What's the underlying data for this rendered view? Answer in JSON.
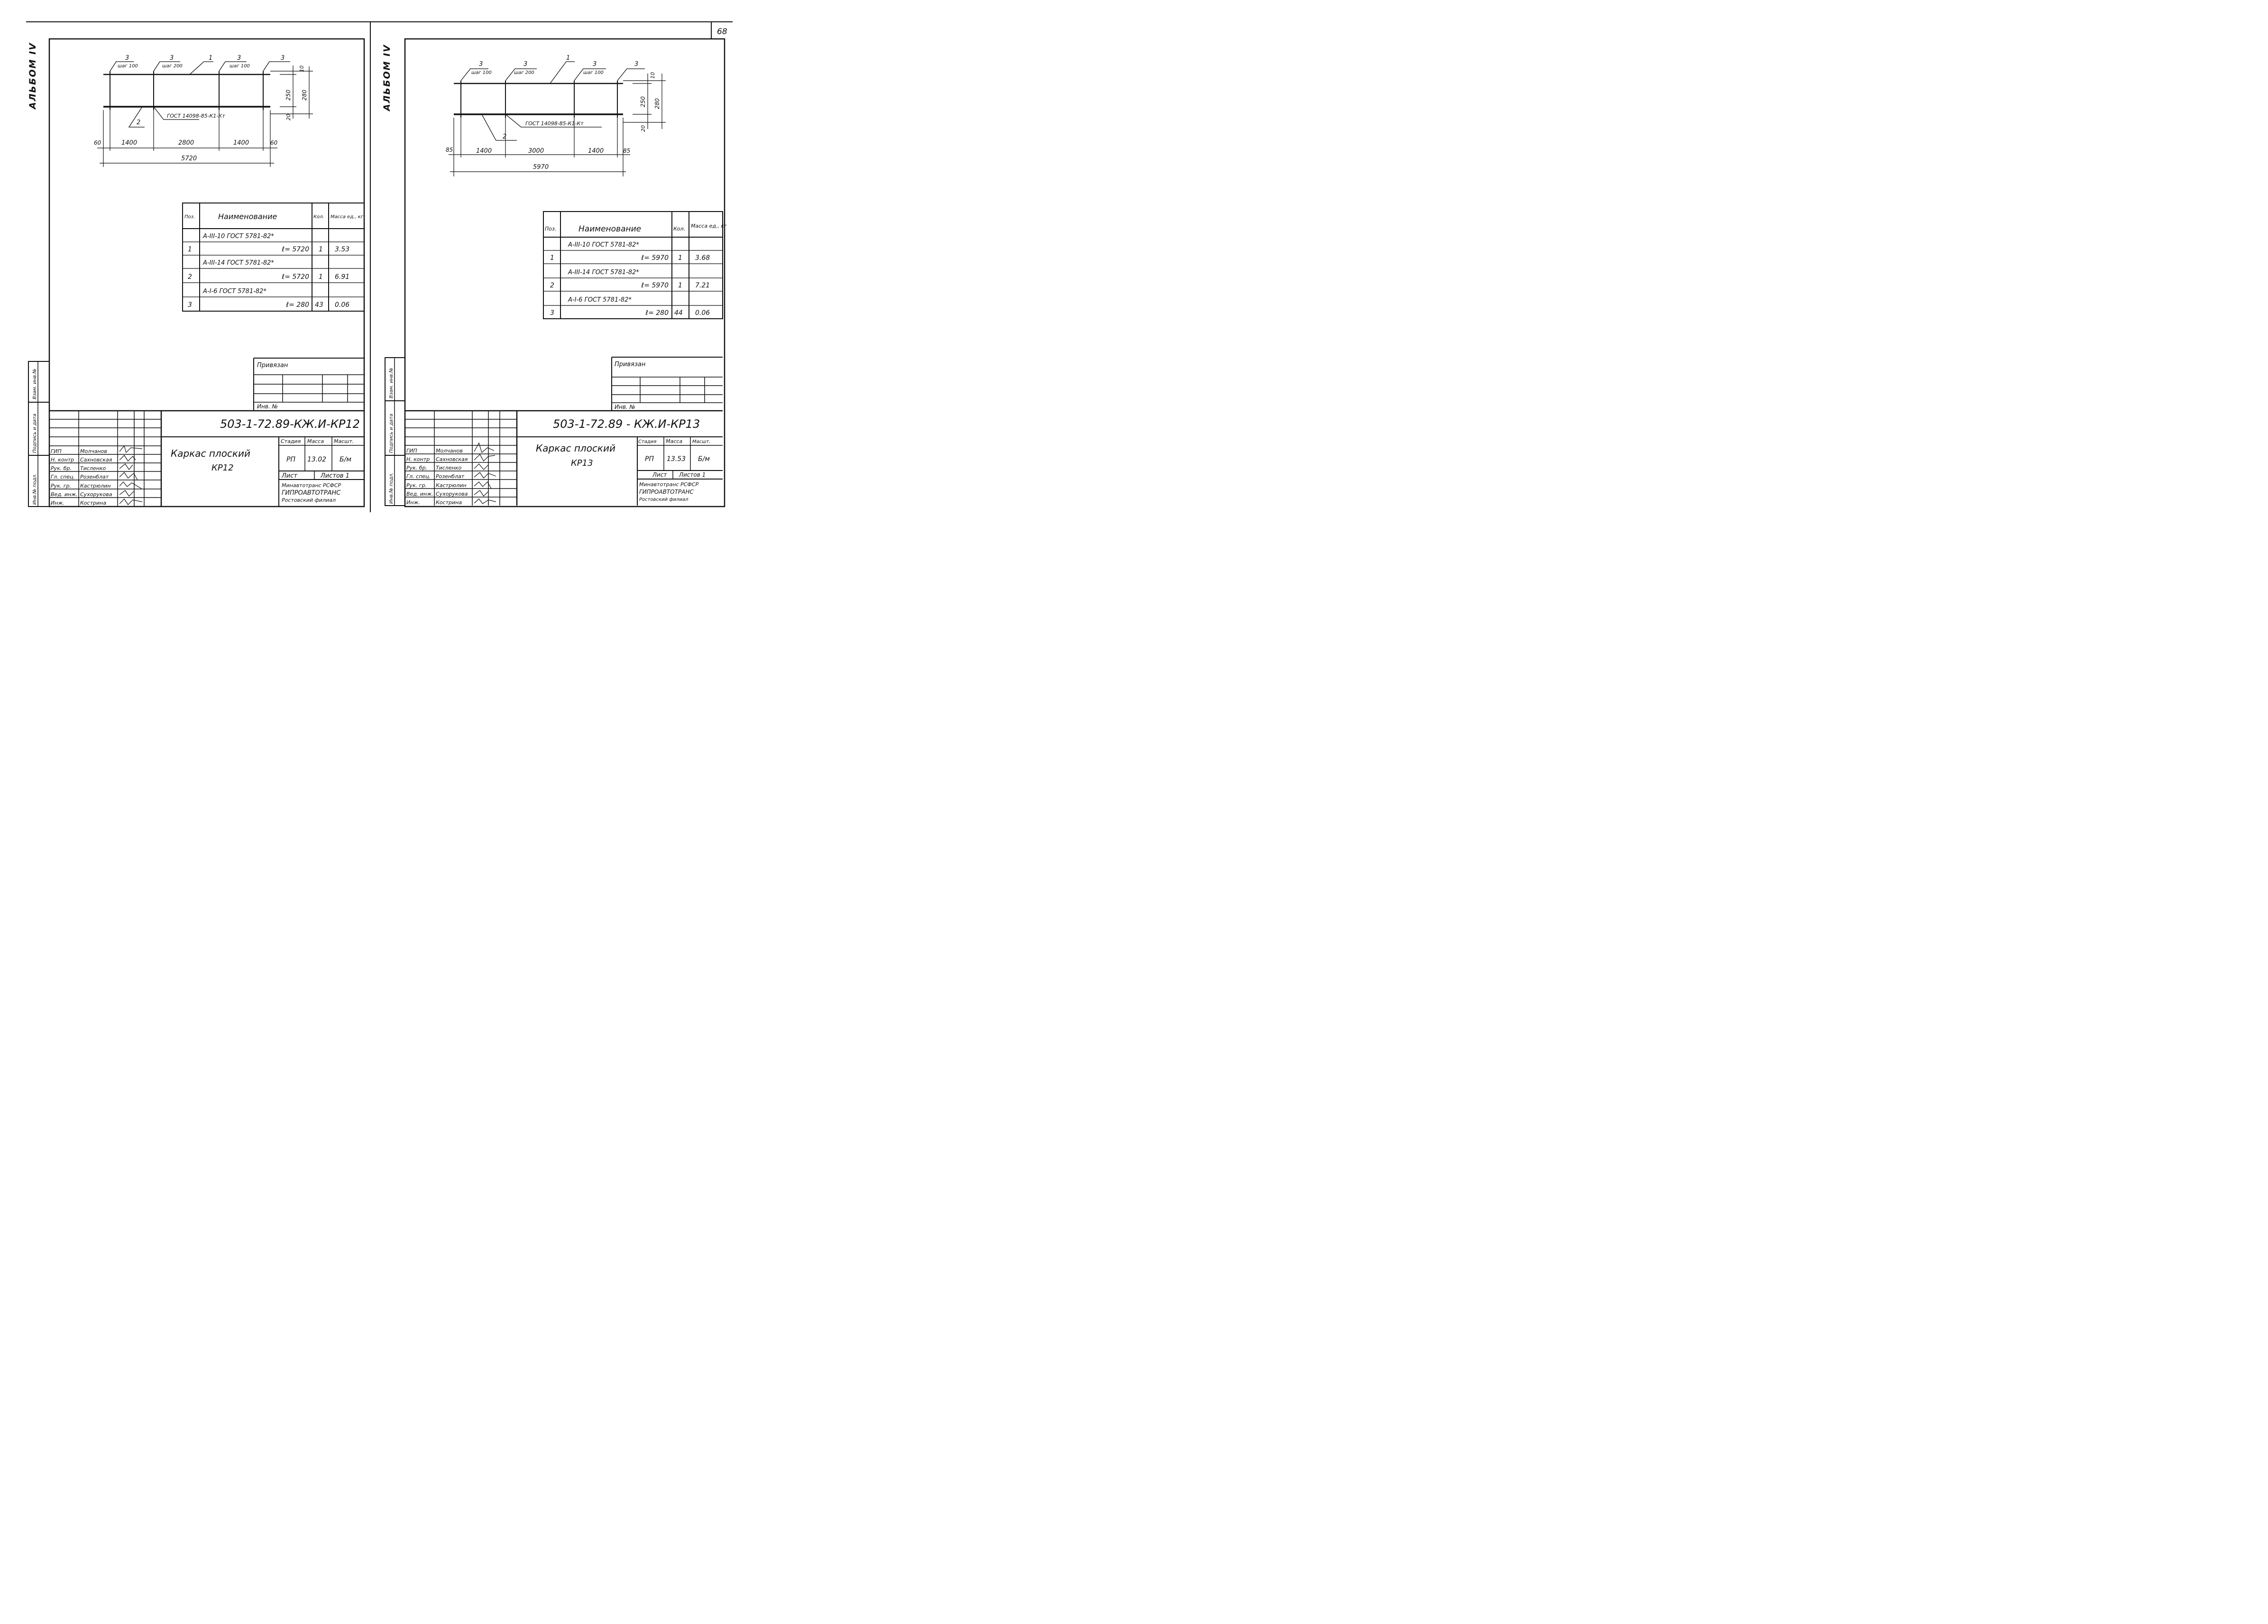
{
  "page_number": "68",
  "sheets": [
    {
      "album": "АЛЬБОМ IV",
      "callouts": {
        "c1": "3",
        "c1_sub": "шаг 100",
        "c2": "3",
        "c2_sub": "шаг 200",
        "c3": "1",
        "c4": "3",
        "c4_sub": "шаг 100",
        "c5": "3",
        "c6": "2"
      },
      "gost_note": "ГОСТ 14098-85-К1-Кт",
      "dims": {
        "top": "10",
        "mid": "250",
        "bot": "20",
        "total_h": "280",
        "edge_l": "60",
        "seg1": "1400",
        "seg2": "2800",
        "seg3": "1400",
        "edge_r": "60",
        "total": "5720"
      },
      "spec": {
        "headers": [
          "Поз.",
          "Наименование",
          "Кол.",
          "Масса ед., кг"
        ],
        "rows": [
          [
            "",
            "А-III-10  ГОСТ 5781-82*",
            "",
            ""
          ],
          [
            "1",
            "ℓ= 5720",
            "1",
            "3.53"
          ],
          [
            "",
            "А-III-14  ГОСТ 5781-82*",
            "",
            ""
          ],
          [
            "2",
            "ℓ= 5720",
            "1",
            "6.91"
          ],
          [
            "",
            "А-I-6   ГОСТ 5781-82*",
            "",
            ""
          ],
          [
            "3",
            "ℓ= 280",
            "43",
            "0.06"
          ]
        ]
      },
      "privyazan": "Привязан",
      "inv_no": "Инв. №",
      "side_labels": [
        "Взам. инв.№",
        "Подпись и дата",
        "Инв.№ подл."
      ],
      "doc_code": "503-1-72.89-КЖ.И-КР12",
      "title": "Каркас плоский",
      "title_sub": "КР12",
      "stage_headers": [
        "Стадия",
        "Масса",
        "Масшт."
      ],
      "stage_values": [
        "РП",
        "13.02",
        "Б/м"
      ],
      "sheet_label": "Лист",
      "sheets_label": "Листов 1",
      "org": [
        "Минавтотранс РСФСР",
        "ГИПРОАВТОТРАНС",
        "Ростовский филиал"
      ],
      "staff": [
        [
          "ГИП",
          "Молчанов"
        ],
        [
          "Н. контр",
          "Сахновская"
        ],
        [
          "Рук. бр.",
          "Тисленко"
        ],
        [
          "Гл. спец.",
          "Розенблат"
        ],
        [
          "Рук. гр.",
          "Кастрюлин"
        ],
        [
          "Вед. инж.",
          "Сухорукова"
        ],
        [
          "Инж.",
          "Кострина"
        ]
      ]
    },
    {
      "album": "АЛЬБОМ IV",
      "callouts": {
        "c1": "3",
        "c1_sub": "шаг 100",
        "c2": "3",
        "c2_sub": "шаг 200",
        "c3": "1",
        "c4": "3",
        "c4_sub": "шаг 100",
        "c5": "3",
        "c6": "2"
      },
      "gost_note": "ГОСТ 14098-85-К1-Кт",
      "dims": {
        "top": "10",
        "mid": "250",
        "bot": "20",
        "total_h": "280",
        "edge_l": "85",
        "seg1": "1400",
        "seg2": "3000",
        "seg3": "1400",
        "edge_r": "85",
        "total": "5970"
      },
      "spec": {
        "headers": [
          "Поз.",
          "Наименование",
          "Кол.",
          "Масса ед., кг"
        ],
        "rows": [
          [
            "",
            "А-III-10  ГОСТ 5781-82*",
            "",
            ""
          ],
          [
            "1",
            "ℓ= 5970",
            "1",
            "3.68"
          ],
          [
            "",
            "А-III-14  ГОСТ 5781-82*",
            "",
            ""
          ],
          [
            "2",
            "ℓ= 5970",
            "1",
            "7.21"
          ],
          [
            "",
            "А-I-6   ГОСТ 5781-82*",
            "",
            ""
          ],
          [
            "3",
            "ℓ= 280",
            "44",
            "0.06"
          ]
        ]
      },
      "privyazan": "Привязан",
      "inv_no": "Инв. №",
      "side_labels": [
        "Взам. инв.№",
        "Подпись и дата",
        "Инв.№ подл."
      ],
      "doc_code": "503-1-72.89 - КЖ.И-КР13",
      "title": "Каркас плоский",
      "title_sub": "КР13",
      "stage_headers": [
        "Стадия",
        "Масса",
        "Масшт."
      ],
      "stage_values": [
        "РП",
        "13.53",
        "Б/м"
      ],
      "sheet_label": "Лист",
      "sheets_label": "Листов 1",
      "org": [
        "Минавтотранс РСФСР",
        "ГИПРОАВТОТРАНС",
        "Ростовский филиал"
      ],
      "staff": [
        [
          "ГИП",
          "Молчанов"
        ],
        [
          "Н. контр",
          "Сахновская"
        ],
        [
          "Рук. бр.",
          "Тисленко"
        ],
        [
          "Гл. спец.",
          "Розенблат"
        ],
        [
          "Рук. гр.",
          "Кастрюлин"
        ],
        [
          "Вед. инж.",
          "Сухорукова"
        ],
        [
          "Инж.",
          "Кострина"
        ]
      ]
    }
  ]
}
